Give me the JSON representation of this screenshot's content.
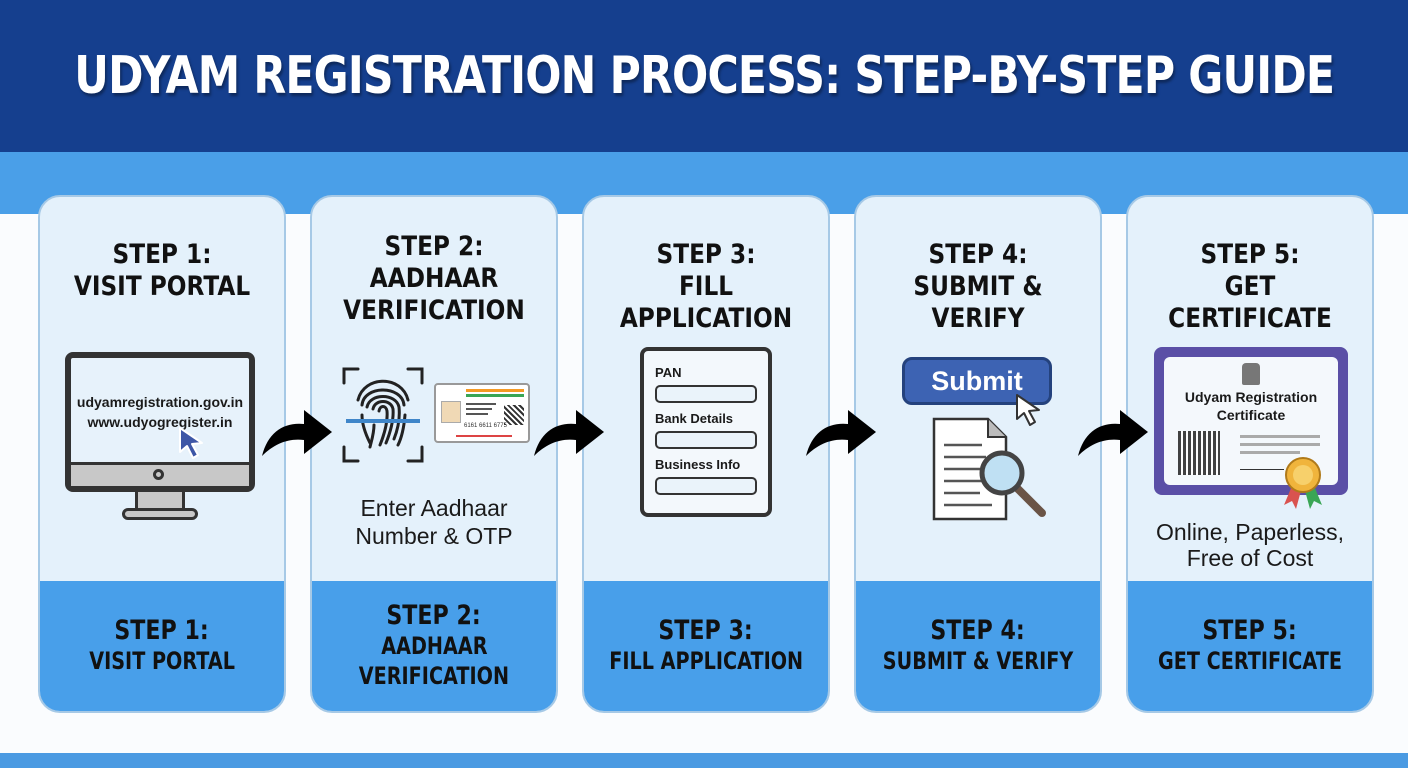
{
  "title": "UDYAM REGISTRATION PROCESS: STEP-BY-STEP GUIDE",
  "colors": {
    "header_bg": "#153f8e",
    "band_bg": "#4a9fe8",
    "card_bg": "#e4f1fb",
    "card_bottom_bg": "#489fea",
    "submit_button": "#3d63b3",
    "certificate_frame": "#5a4fa6"
  },
  "steps": [
    {
      "step": "STEP 1:",
      "title": "VISIT PORTAL",
      "title_lines": [
        "VISIT PORTAL"
      ],
      "icon": "monitor-icon",
      "urls": [
        "udyamregistration.gov.in",
        "www.udyogregister.in"
      ],
      "bottom_step": "STEP 1:",
      "bottom_lines": [
        "VISIT PORTAL"
      ]
    },
    {
      "step": "STEP 2:",
      "title": "AADHAAR VERIFICATION",
      "title_lines": [
        "AADHAAR",
        "VERIFICATION"
      ],
      "icon": "fingerprint-icon",
      "secondary_icon": "aadhaar-card-icon",
      "card_number": "6161 6611 6775",
      "caption_lines": [
        "Enter Aadhaar",
        "Number & OTP"
      ],
      "bottom_step": "STEP 2:",
      "bottom_lines": [
        "AADHAAR",
        "VERIFICATION"
      ]
    },
    {
      "step": "STEP 3:",
      "title": "FILL APPLICATION",
      "title_lines": [
        "FILL APPLICATION"
      ],
      "icon": "form-icon",
      "form_fields": [
        "PAN",
        "Bank Details",
        "Business Info"
      ],
      "bottom_step": "STEP 3:",
      "bottom_lines": [
        "FILL APPLICATION"
      ]
    },
    {
      "step": "STEP 4:",
      "title": "SUBMIT & VERIFY",
      "title_lines": [
        "SUBMIT & VERIFY"
      ],
      "icon": "document-search-icon",
      "button_label": "Submit",
      "bottom_step": "STEP 4:",
      "bottom_lines": [
        "SUBMIT & VERIFY"
      ]
    },
    {
      "step": "STEP 5:",
      "title": "GET CERTIFICATE",
      "title_lines": [
        "GET CERTIFICATE"
      ],
      "icon": "certificate-icon",
      "certificate_title_lines": [
        "Udyam Registration",
        "Certificate"
      ],
      "caption_lines": [
        "Online, Paperless,",
        "Free of Cost"
      ],
      "bottom_step": "STEP 5:",
      "bottom_lines": [
        "GET CERTIFICATE"
      ]
    }
  ]
}
